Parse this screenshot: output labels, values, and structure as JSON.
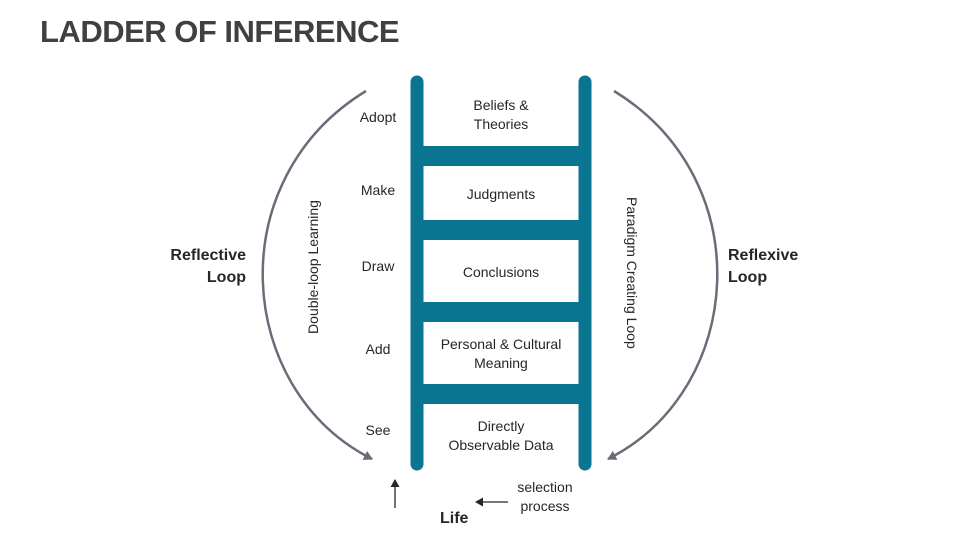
{
  "title": "LADDER OF INFERENCE",
  "colors": {
    "ladder": "#0a7590",
    "arc": "#6e6a78",
    "title": "#404040",
    "text": "#262626"
  },
  "steps": [
    {
      "verb": "Adopt",
      "label": "Beliefs &\nTheories"
    },
    {
      "verb": "Make",
      "label": "Judgments"
    },
    {
      "verb": "Draw",
      "label": "Conclusions"
    },
    {
      "verb": "Add",
      "label": "Personal & Cultural\nMeaning"
    },
    {
      "verb": "See",
      "label": "Directly\nObservable Data"
    }
  ],
  "left_loop": {
    "title": "Reflective\nLoop",
    "arc_label": "Double-loop  Learning"
  },
  "right_loop": {
    "title": "Reflexive\nLoop",
    "arc_label": "Paradigm Creating  Loop"
  },
  "bottom": {
    "life": "Life",
    "selection": "selection\nprocess"
  }
}
